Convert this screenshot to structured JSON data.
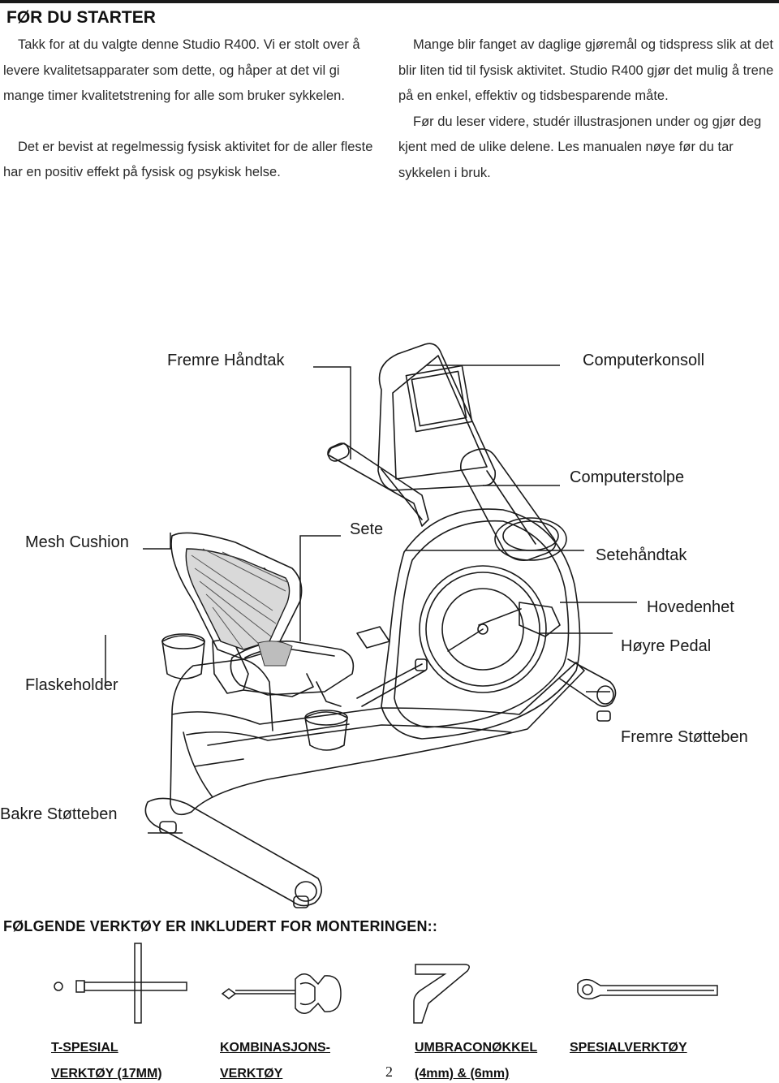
{
  "heading": "FØR DU STARTER",
  "intro_left": [
    "Takk for at du valgte denne Studio R400. Vi er stolt over å levere kvalitetsapparater som dette, og håper at det vil gi mange timer kvalitetstrening for alle som bruker sykkelen.",
    "Det er bevist at regelmessig fysisk aktivitet for de aller fleste har en positiv effekt på fysisk og psykisk helse."
  ],
  "intro_right": [
    "Mange blir fanget av daglige gjøremål og tidspress slik at det blir liten tid til fysisk aktivitet. Studio R400 gjør det mulig å trene på en enkel, effektiv og tidsbesparende måte.",
    "Før du leser videre, studér illustrasjonen under og gjør deg kjent med de ulike delene. Les manualen nøye før du tar sykkelen i bruk."
  ],
  "parts": {
    "front_handle": "Fremre Håndtak",
    "computer_console": "Computerkonsoll",
    "computer_post": "Computerstolpe",
    "mesh_cushion": "Mesh Cushion",
    "seat": "Sete",
    "seat_handle": "Setehåndtak",
    "main_unit": "Hovedenhet",
    "right_pedal": "Høyre Pedal",
    "bottle_holder": "Flaskeholder",
    "front_stabilizer": "Fremre Støtteben",
    "rear_stabilizer": "Bakre Støtteben"
  },
  "tools_heading": "FØLGENDE VERKTØY ER INKLUDERT FOR MONTERINGEN::",
  "tools": [
    {
      "line1": "T-SPESIAL",
      "line2": "VERKTØY (17MM)",
      "icon": "t-wrench-icon"
    },
    {
      "line1": "KOMBINASJONS-",
      "line2": "VERKTØY",
      "icon": "combination-tool-icon"
    },
    {
      "line1": "UMBRACONØKKEL",
      "line2": "(4mm) & (6mm)",
      "icon": "allen-key-icon"
    },
    {
      "line1": "SPESIALVERKTØY",
      "line2": "",
      "icon": "special-wrench-icon"
    }
  ],
  "page_number": "2"
}
